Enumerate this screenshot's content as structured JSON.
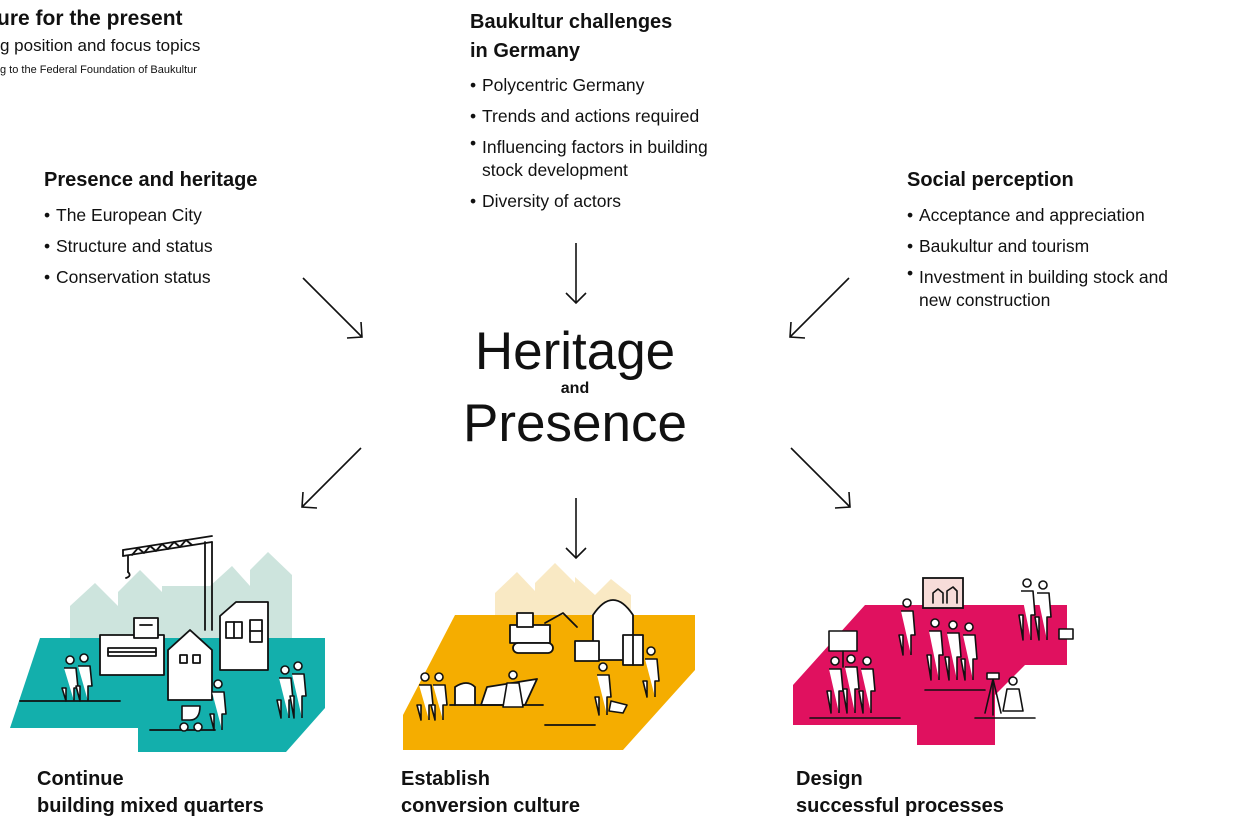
{
  "header": {
    "title": "ure for the present",
    "subtitle": "g position and focus topics",
    "note": "g to the Federal Foundation of Baukultur"
  },
  "center": {
    "line1": "Heritage",
    "connector": "and",
    "line2": "Presence"
  },
  "topics": {
    "left": {
      "heading": "Presence and heritage",
      "items": [
        "The European City",
        "Structure and status",
        "Conservation status"
      ]
    },
    "middle": {
      "heading_line1": "Baukultur challenges",
      "heading_line2": "in Germany",
      "items": [
        "Polycentric Germany",
        "Trends and actions required",
        "Influencing factors in building",
        "stock development",
        "Diversity of actors"
      ]
    },
    "right": {
      "heading": "Social perception",
      "items": [
        "Acceptance and appreciation",
        "Baukultur and tourism",
        "Investment in building stock and",
        "new construction"
      ]
    }
  },
  "outcomes": {
    "left": {
      "line1": "Continue",
      "line2": "building mixed quarters",
      "color": "#13afac"
    },
    "middle": {
      "line1": "Establish",
      "line2": "conversion culture",
      "color": "#f5ad00"
    },
    "right": {
      "line1": "Design",
      "line2": "successful processes",
      "color": "#e0115f"
    }
  },
  "colors": {
    "teal_light": "#cde4dd",
    "sand_light": "#f9e9c4",
    "pink_light": "#f7dcd9"
  }
}
